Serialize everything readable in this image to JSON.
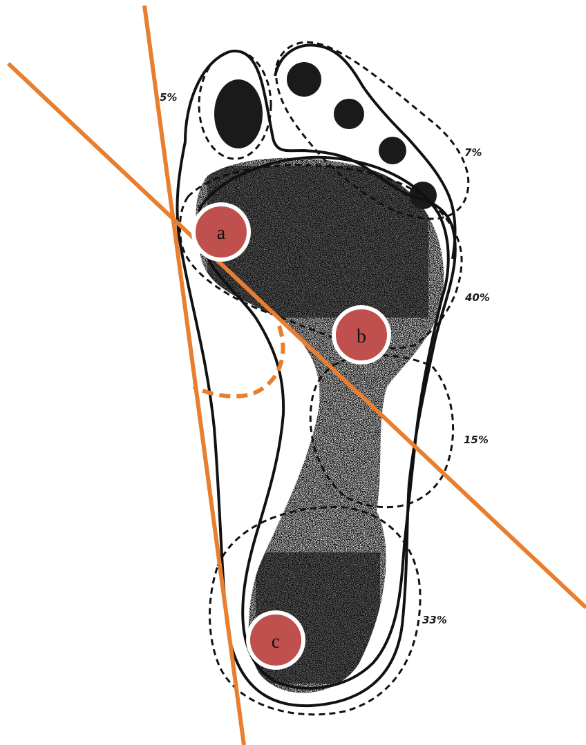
{
  "regions": [
    {
      "id": "big-toe",
      "label": "5%"
    },
    {
      "id": "lesser-toes",
      "label": "7%"
    },
    {
      "id": "forefoot",
      "label": "40%"
    },
    {
      "id": "midfoot",
      "label": "15%"
    },
    {
      "id": "heel",
      "label": "33%"
    }
  ],
  "points": [
    {
      "id": "a",
      "label": "a"
    },
    {
      "id": "b",
      "label": "b"
    },
    {
      "id": "c",
      "label": "c"
    }
  ],
  "colors": {
    "lines": "#E87E2E",
    "points": "#C0504D",
    "point_ring": "#ffffff",
    "ink": "#111111"
  }
}
